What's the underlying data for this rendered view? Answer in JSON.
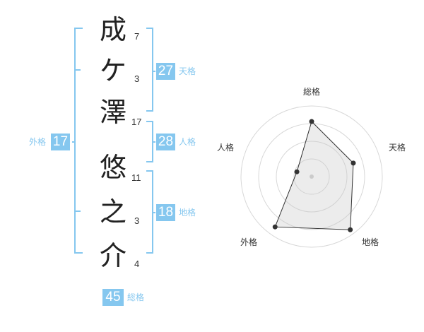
{
  "accent_color": "#85c7ef",
  "name": {
    "characters": [
      {
        "char": "成",
        "strokes": "7"
      },
      {
        "char": "ケ",
        "strokes": "3"
      },
      {
        "char": "澤",
        "strokes": "17"
      },
      {
        "char": "悠",
        "strokes": "11"
      },
      {
        "char": "之",
        "strokes": "3"
      },
      {
        "char": "介",
        "strokes": "4"
      }
    ]
  },
  "fortune": {
    "tenkaku": {
      "value": "27",
      "label": "天格"
    },
    "jinkaku": {
      "value": "28",
      "label": "人格"
    },
    "chikaku": {
      "value": "18",
      "label": "地格"
    },
    "gaikaku": {
      "value": "17",
      "label": "外格"
    },
    "soukaku": {
      "value": "45",
      "label": "総格"
    }
  },
  "chart_data": {
    "type": "radar",
    "axes": [
      "総格",
      "天格",
      "地格",
      "外格",
      "人格"
    ],
    "values": [
      0.78,
      0.62,
      0.93,
      0.88,
      0.22
    ],
    "rings": 4,
    "grid": true
  }
}
